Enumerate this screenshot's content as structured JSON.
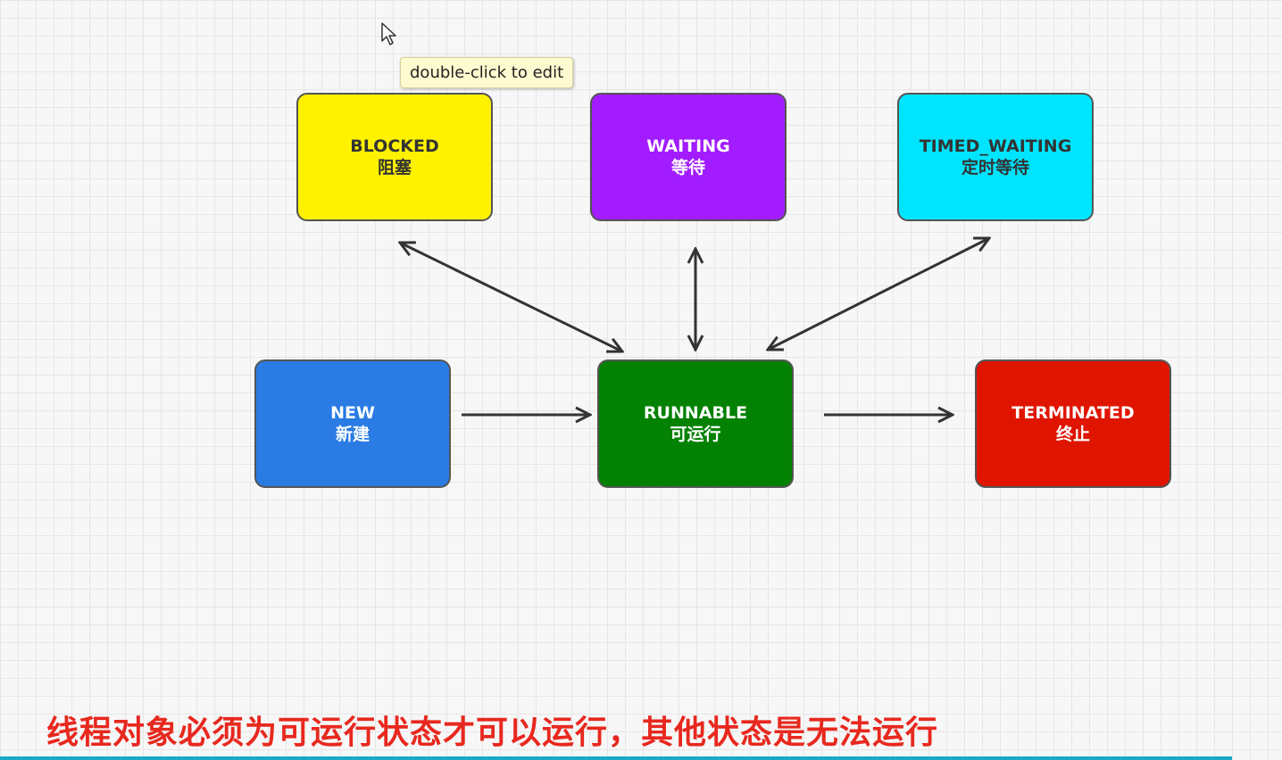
{
  "tooltip": "double-click to edit",
  "states": {
    "blocked": {
      "en": "BLOCKED",
      "zh": "阻塞",
      "color": "#fff200"
    },
    "waiting": {
      "en": "WAITING",
      "zh": "等待",
      "color": "#a21cff"
    },
    "timed_waiting": {
      "en": "TIMED_WAITING",
      "zh": "定时等待",
      "color": "#00e5ff"
    },
    "new": {
      "en": "NEW",
      "zh": "新建",
      "color": "#2a7be4"
    },
    "runnable": {
      "en": "RUNNABLE",
      "zh": "可运行",
      "color": "#038102"
    },
    "terminated": {
      "en": "TERMINATED",
      "zh": "终止",
      "color": "#df1500"
    }
  },
  "caption": "线程对象必须为可运行状态才可以运行，其他状态是无法运行"
}
